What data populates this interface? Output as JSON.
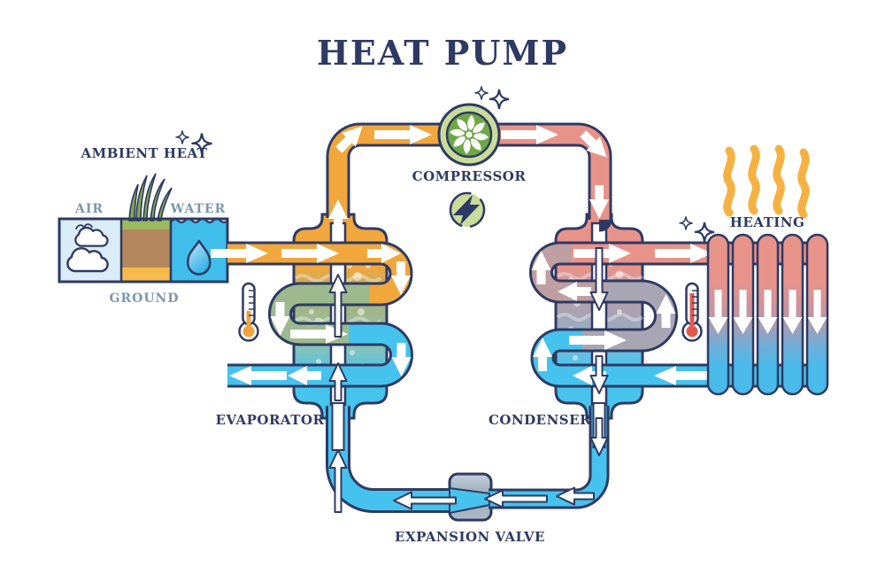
{
  "title": "HEAT PUMP",
  "ambient_source": {
    "label": "AMBIENT HEAT",
    "air": "AIR",
    "water": "WATER",
    "ground": "GROUND"
  },
  "components": {
    "compressor": "COMPRESSOR",
    "evaporator": "EVAPORATOR",
    "condenser": "CONDENSER",
    "expansion_valve": "EXPANSION VALVE",
    "heating": "HEATING"
  },
  "icons": [
    "compressor-fan-icon",
    "electric-power-icon",
    "thermometer-cold-icon",
    "thermometer-hot-icon",
    "sparkles-icon",
    "heat-waves-icon",
    "cloud-icon",
    "bird-icon",
    "water-drop-icon",
    "grass-icon",
    "radiator-icon",
    "expansion-valve-icon",
    "flow-arrow-icon"
  ],
  "colors": {
    "outline": "#2e3a63",
    "label": "#7b97ae",
    "pipe_orange": "#f2a73c",
    "pipe_salmon": "#e8938a",
    "pipe_blue": "#45c3ee",
    "pipe_sage": "#9cba8e",
    "pipe_gray": "#a9a6b4",
    "pipe_mauve": "#bf9fa2",
    "evaporator_top": "#f2a73c",
    "evaporator_mid": "#9cbb97",
    "evaporator_bottom": "#45c5ee",
    "condenser_top": "#e8938a",
    "condenser_mid": "#a8a3b2",
    "condenser_bottom": "#47c4ee",
    "compressor_green": "#6ea845",
    "compressor_ring": "#c9dc9a",
    "valve_gray": "#a9b8c4",
    "heat_wave": "#f5b243",
    "mercury_cold": "#f2a33c",
    "mercury_hot": "#e25a4e",
    "air_blue": "#d9ecf7",
    "water_blue": "#3fbeec",
    "soil_brown": "#b5875f",
    "grass_green": "#85a84e",
    "sand_orange": "#f6bb4a"
  }
}
